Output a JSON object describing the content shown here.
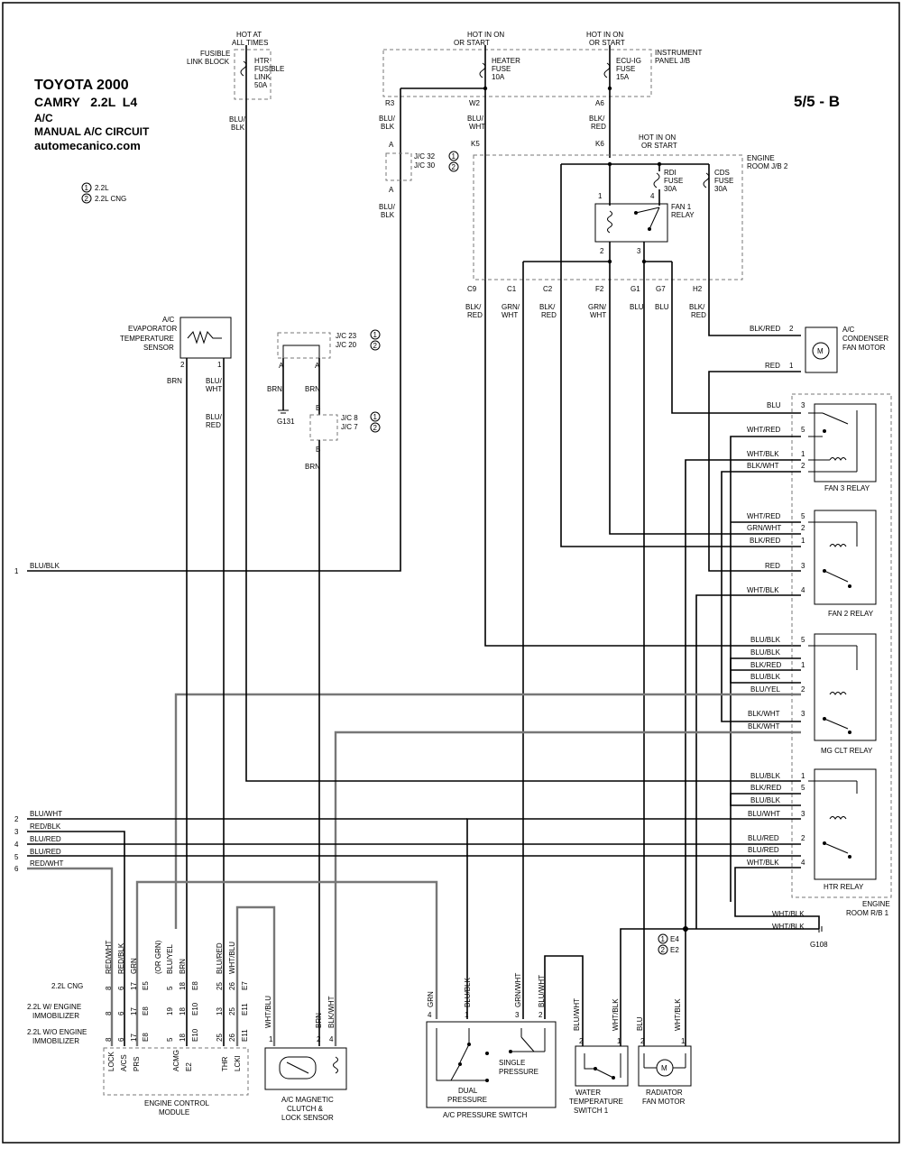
{
  "header": {
    "make": "TOYOTA 2000",
    "model": "CAMRY   2.2L  L4",
    "system": "A/C",
    "circuit": "MANUAL A/C CIRCUIT",
    "website": "automecanico.com",
    "page_ref": "5/5 - B"
  },
  "legend": [
    {
      "num": "1",
      "text": "2.2L"
    },
    {
      "num": "2",
      "text": "2.2L CNG"
    }
  ],
  "power": {
    "hot_at_all_times": [
      "HOT AT",
      "ALL TIMES"
    ],
    "hot_in_on_heater": [
      "HOT IN ON",
      "OR START"
    ],
    "hot_in_on_ecu": [
      "HOT IN ON",
      "OR START"
    ],
    "hot_in_on_engine": [
      "HOT IN ON",
      "OR START"
    ],
    "fusible_link_block": [
      "FUSIBLE",
      "LINK BLOCK"
    ],
    "htr_link": [
      "HTR",
      "FUSIBLE",
      "LINK",
      "50A"
    ],
    "instrument_panel": [
      "INSTRUMENT",
      "PANEL J/B"
    ],
    "heater_fuse": [
      "HEATER",
      "FUSE",
      "10A"
    ],
    "ecu_fuse": [
      "ECU-IG",
      "FUSE",
      "15A"
    ],
    "engine_room_jb": [
      "ENGINE",
      "ROOM J/B 2"
    ],
    "rdi_fuse": [
      "RDI",
      "FUSE",
      "30A"
    ],
    "cds_fuse": [
      "CDS",
      "FUSE",
      "30A"
    ],
    "fan1_relay": [
      "FAN 1",
      "RELAY"
    ]
  },
  "pins": {
    "r3": "R3",
    "w2": "W2",
    "a6": "A6",
    "k5": "K5",
    "k6": "K6",
    "a": "A",
    "b": "B",
    "c9": "C9",
    "c1": "C1",
    "c2": "C2",
    "f2": "F2",
    "g1": "G1",
    "g7": "G7",
    "h2": "H2",
    "one": "1",
    "two": "2",
    "three": "3",
    "four": "4",
    "five": "5"
  },
  "junctions": {
    "jc32": "J/C 32",
    "jc30": "J/C 30",
    "jc23": "J/C 23",
    "jc20": "J/C 20",
    "jc8": "J/C 8",
    "jc7": "J/C 7",
    "g131": "G131",
    "g108": "G108",
    "e4": "E4",
    "e2": "E2"
  },
  "components": {
    "evap_sensor": [
      "A/C",
      "EVAPORATOR",
      "TEMPERATURE",
      "SENSOR"
    ],
    "condenser_motor": [
      "A/C",
      "CONDENSER",
      "FAN MOTOR"
    ],
    "fan3_relay": "FAN 3 RELAY",
    "fan2_relay": "FAN 2 RELAY",
    "mg_clt_relay": "MG CLT RELAY",
    "htr_relay": "HTR RELAY",
    "engine_room_rb": [
      "ENGINE",
      "ROOM R/B 1"
    ],
    "ecm": [
      "ENGINE CONTROL",
      "MODULE"
    ],
    "clutch": [
      "A/C MAGNETIC",
      "CLUTCH &",
      "LOCK SENSOR"
    ],
    "pressure_switch": "A/C PRESSURE SWITCH",
    "dual_pressure": [
      "DUAL",
      "PRESSURE"
    ],
    "single_pressure": [
      "SINGLE",
      "PRESSURE"
    ],
    "water_temp": [
      "WATER",
      "TEMPERATURE",
      "SWITCH 1"
    ],
    "radiator_motor": [
      "RADIATOR",
      "FAN MOTOR"
    ],
    "motor_symbol": "M"
  },
  "wires": {
    "blu_blk": [
      "BLU/",
      "BLK"
    ],
    "blk_red": [
      "BLK/",
      "RED"
    ],
    "grn_wht": [
      "GRN/",
      "WHT"
    ],
    "blu_wht": [
      "BLU/",
      "WHT"
    ],
    "blu_red": [
      "BLU/",
      "RED"
    ],
    "brn": "BRN",
    "blu": "BLU",
    "red": "RED",
    "blk_red_full": "BLK/RED",
    "wht_red": "WHT/RED",
    "wht_blk": "WHT/BLK",
    "blk_wht": "BLK/WHT",
    "grn_wht_full": "GRN/WHT",
    "blu_blk_full": "BLU/BLK",
    "blu_yel": "BLU/YEL",
    "blu_wht_full": "BLU/WHT",
    "blu_red_full": "BLU/RED",
    "red_blk": "RED/BLK",
    "red_wht": "RED/WHT",
    "grn": "GRN",
    "wht_blu": "WHT/BLU",
    "or_grn": "(OR GRN)"
  },
  "left_inputs": [
    {
      "num": "1",
      "wire": "BLU/BLK"
    },
    {
      "num": "2",
      "wire": "BLU/WHT"
    },
    {
      "num": "3",
      "wire": "RED/BLK"
    },
    {
      "num": "4",
      "wire": "BLU/RED"
    },
    {
      "num": "5",
      "wire": "BLU/RED"
    },
    {
      "num": "6",
      "wire": "RED/WHT"
    }
  ],
  "ecm": {
    "variants": [
      "2.2L CNG",
      "2.2L W/ ENGINE IMMOBILIZER",
      "2.2L W/O ENGINE IMMOBILIZER"
    ],
    "top_wires": [
      "RED/WHT",
      "RED/BLK",
      "GRN",
      "BLU/YEL",
      "BRN",
      "BLU/RED",
      "WHT/BLU"
    ],
    "rows": [
      [
        "8",
        "6",
        "17",
        "E5",
        "5",
        "18",
        "E8",
        "25",
        "26",
        "E7"
      ],
      [
        "8",
        "6",
        "17",
        "E8",
        "19",
        "18",
        "E10",
        "13",
        "25",
        "E11"
      ],
      [
        "8",
        "6",
        "17",
        "E8",
        "5",
        "18",
        "E10",
        "25",
        "26",
        "E11"
      ]
    ],
    "terminals": [
      "LOCK",
      "A/CS",
      "PRS",
      "ACMG",
      "E2",
      "THR",
      "LCKI"
    ]
  }
}
